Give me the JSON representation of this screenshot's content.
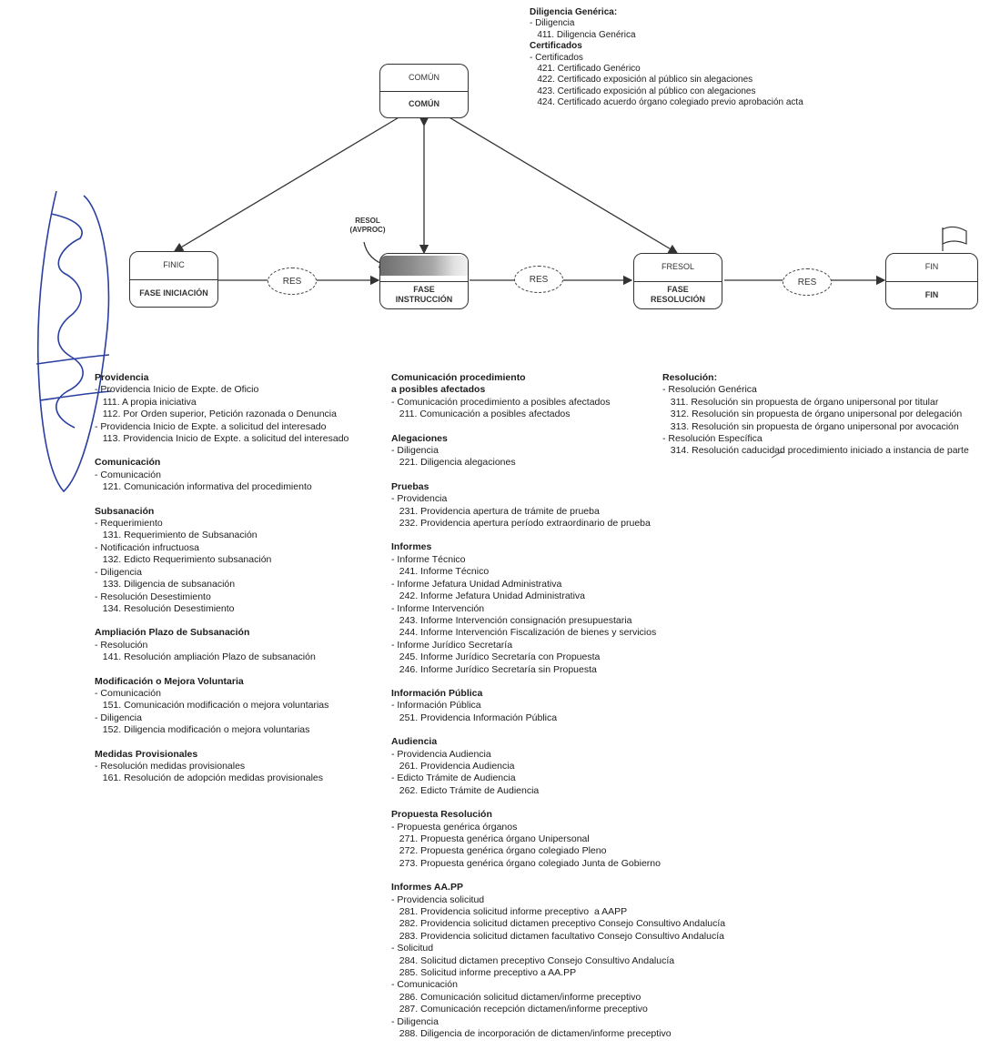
{
  "nodes": {
    "comun": {
      "top": "COMÚN",
      "bottom": "COMÚN"
    },
    "finic": {
      "top": "FINIC",
      "bottom": "FASE INICIACIÓN"
    },
    "fase_instruccion": {
      "top": "",
      "bottom": "FASE\nINSTRUCCIÓN"
    },
    "fresol": {
      "top": "FRESOL",
      "bottom": "FASE\nRESOLUCIÓN"
    },
    "fin": {
      "top": "FIN",
      "bottom": "FIN"
    }
  },
  "res_labels": [
    "RES",
    "RES",
    "RES"
  ],
  "resol_avproc_label": "RESOL\n(AVPROC)",
  "comun_list": [
    {
      "t": "Diligencia Genérica:",
      "h": true
    },
    {
      "t": "- Diligencia"
    },
    {
      "t": "   411. Diligencia Genérica"
    },
    {
      "t": "Certificados",
      "h": true
    },
    {
      "t": "- Certificados"
    },
    {
      "t": "   421. Certificado Genérico"
    },
    {
      "t": "   422. Certificado exposición al público sin alegaciones"
    },
    {
      "t": "   423. Certificado exposición al público con alegaciones"
    },
    {
      "t": "   424. Certificado acuerdo órgano colegiado previo aprobación acta"
    }
  ],
  "iniciacion_list": [
    {
      "t": "Providencia",
      "h": true
    },
    {
      "t": "- Providencia Inicio de Expte. de Oficio"
    },
    {
      "t": "   111. A propia iniciativa"
    },
    {
      "t": "   112. Por Orden superior, Petición razonada o Denuncia"
    },
    {
      "t": "- Providencia Inicio de Expte. a solicitud del interesado"
    },
    {
      "t": "   113. Providencia Inicio de Expte. a solicitud del interesado"
    },
    {
      "gap": true
    },
    {
      "t": "Comunicación",
      "h": true
    },
    {
      "t": "- Comunicación"
    },
    {
      "t": "   121. Comunicación informativa del procedimiento"
    },
    {
      "gap": true
    },
    {
      "t": "Subsanación",
      "h": true
    },
    {
      "t": "- Requerimiento"
    },
    {
      "t": "   131. Requerimiento de Subsanación"
    },
    {
      "t": "- Notificación infructuosa"
    },
    {
      "t": "   132. Edicto Requerimiento subsanación"
    },
    {
      "t": "- Diligencia"
    },
    {
      "t": "   133. Diligencia de subsanación"
    },
    {
      "t": "- Resolución Desestimiento"
    },
    {
      "t": "   134. Resolución Desestimiento"
    },
    {
      "gap": true
    },
    {
      "t": "Ampliación Plazo de Subsanación",
      "h": true
    },
    {
      "t": "- Resolución"
    },
    {
      "t": "   141. Resolución ampliación Plazo de subsanación"
    },
    {
      "gap": true
    },
    {
      "t": "Modificación o Mejora Voluntaria",
      "h": true
    },
    {
      "t": "- Comunicación"
    },
    {
      "t": "   151. Comunicación modificación o mejora voluntarias"
    },
    {
      "t": "- Diligencia"
    },
    {
      "t": "   152. Diligencia modificación o mejora voluntarias"
    },
    {
      "gap": true
    },
    {
      "t": "Medidas Provisionales",
      "h": true
    },
    {
      "t": "- Resolución medidas provisionales"
    },
    {
      "t": "   161. Resolución de adopción medidas provisionales"
    }
  ],
  "instruccion_list": [
    {
      "t": "Comunicación procedimiento",
      "h": true
    },
    {
      "t": "a posibles afectados",
      "h": true
    },
    {
      "t": "- Comunicación procedimiento a posibles afectados"
    },
    {
      "t": "   211. Comunicación a posibles afectados"
    },
    {
      "gap": true
    },
    {
      "t": "Alegaciones",
      "h": true
    },
    {
      "t": "- Diligencia"
    },
    {
      "t": "   221. Diligencia alegaciones"
    },
    {
      "gap": true
    },
    {
      "t": "Pruebas",
      "h": true
    },
    {
      "t": "- Providencia"
    },
    {
      "t": "   231. Providencia apertura de trámite de prueba"
    },
    {
      "t": "   232. Providencia apertura período extraordinario de prueba"
    },
    {
      "gap": true
    },
    {
      "t": "Informes",
      "h": true
    },
    {
      "t": "- Informe Técnico"
    },
    {
      "t": "   241. Informe Técnico"
    },
    {
      "t": "- Informe Jefatura Unidad Administrativa"
    },
    {
      "t": "   242. Informe Jefatura Unidad Administrativa"
    },
    {
      "t": "- Informe Intervención"
    },
    {
      "t": "   243. Informe Intervención consignación presupuestaria"
    },
    {
      "t": "   244. Informe Intervención Fiscalización de bienes y servicios"
    },
    {
      "t": "- Informe Jurídico Secretaría"
    },
    {
      "t": "   245. Informe Jurídico Secretaría con Propuesta"
    },
    {
      "t": "   246. Informe Jurídico Secretaría sin Propuesta"
    },
    {
      "gap": true
    },
    {
      "t": "Información Pública",
      "h": true
    },
    {
      "t": "- Información Pública"
    },
    {
      "t": "   251. Providencia Información Pública"
    },
    {
      "gap": true
    },
    {
      "t": "Audiencia",
      "h": true
    },
    {
      "t": "- Providencia Audiencia"
    },
    {
      "t": "   261. Providencia Audiencia"
    },
    {
      "t": "- Edicto Trámite de Audiencia"
    },
    {
      "t": "   262. Edicto Trámite de Audiencia"
    },
    {
      "gap": true
    },
    {
      "t": "Propuesta Resolución",
      "h": true
    },
    {
      "t": "- Propuesta genérica órganos"
    },
    {
      "t": "   271. Propuesta genérica órgano Unipersonal"
    },
    {
      "t": "   272. Propuesta genérica órgano colegiado Pleno"
    },
    {
      "t": "   273. Propuesta genérica órgano colegiado Junta de Gobierno"
    },
    {
      "gap": true
    },
    {
      "t": "Informes AA.PP",
      "h": true
    },
    {
      "t": "- Providencia solicitud"
    },
    {
      "t": "   281. Providencia solicitud informe preceptivo  a AAPP"
    },
    {
      "t": "   282. Providencia solicitud dictamen preceptivo Consejo Consultivo Andalucía"
    },
    {
      "t": "   283. Providencia solicitud dictamen facultativo Consejo Consultivo Andalucía"
    },
    {
      "t": "- Solicitud"
    },
    {
      "t": "   284. Solicitud dictamen preceptivo Consejo Consultivo Andalucía"
    },
    {
      "t": "   285. Solicitud informe preceptivo a AA.PP"
    },
    {
      "t": "- Comunicación"
    },
    {
      "t": "   286. Comunicación solicitud dictamen/informe preceptivo"
    },
    {
      "t": "   287. Comunicación recepción dictamen/informe preceptivo"
    },
    {
      "t": "- Diligencia"
    },
    {
      "t": "   288. Diligencia de incorporación de dictamen/informe preceptivo"
    }
  ],
  "resolucion_list": [
    {
      "t": "Resolución:",
      "h": true
    },
    {
      "t": "- Resolución Genérica"
    },
    {
      "t": "   311. Resolución sin propuesta de órgano unipersonal por titular"
    },
    {
      "t": "   312. Resolución sin propuesta de órgano unipersonal por delegación"
    },
    {
      "t": "   313. Resolución sin propuesta de órgano unipersonal por avocación"
    },
    {
      "t": "- Resolución Específica"
    },
    {
      "t": "   314. Resolución caducidad procedimiento iniciado a instancia de parte"
    }
  ]
}
